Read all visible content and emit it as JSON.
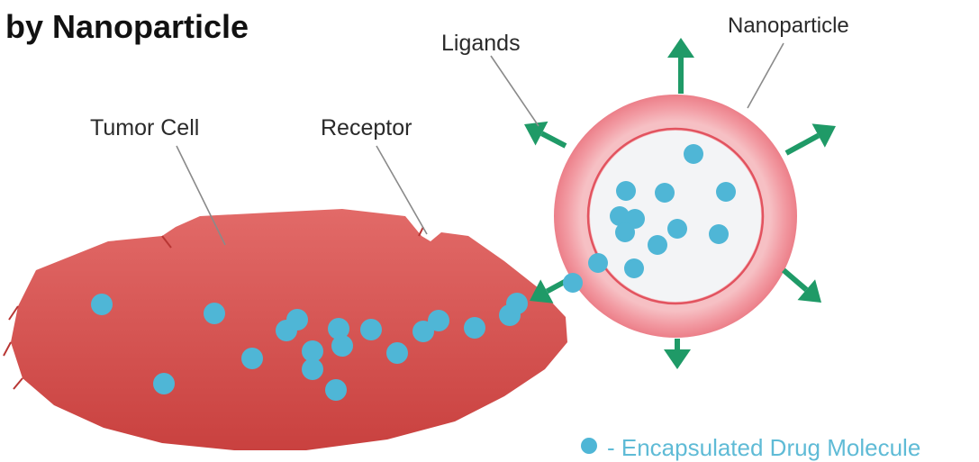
{
  "diagram": {
    "title_visible_line": "by Nanoparticle",
    "labels": {
      "tumor_cell": "Tumor Cell",
      "receptor": "Receptor",
      "ligands": "Ligands",
      "nanoparticle": "Nanoparticle"
    },
    "legend": {
      "text": "- Encapsulated Drug Molecule"
    },
    "colors": {
      "tumor_cell": "#d9504f",
      "nanoparticle_shell": "#f08a94",
      "nanoparticle_core": "#f3f4f6",
      "drug_molecule": "#4fb6d6",
      "ligand_arrow": "#1f9a67",
      "legend_text": "#5fbbd6"
    }
  }
}
